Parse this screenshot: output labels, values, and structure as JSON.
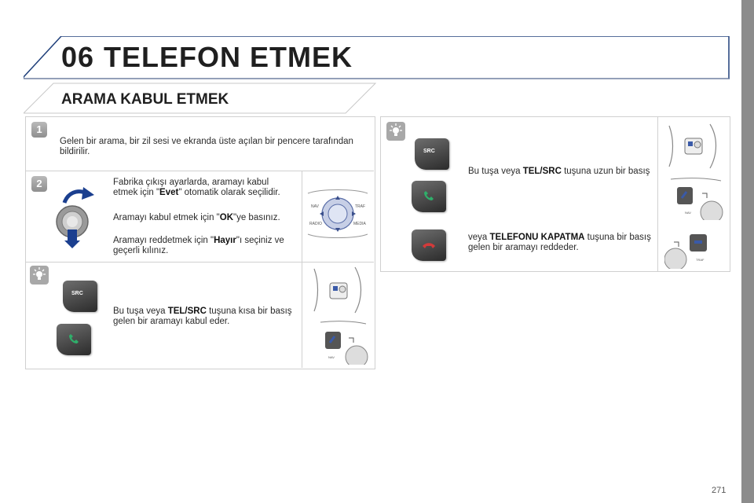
{
  "header": {
    "chapter_number": "06",
    "title": "TELEFON ETMEK"
  },
  "section": {
    "title": "ARAMA KABUL ETMEK"
  },
  "step1": {
    "badge": "1",
    "text": "Gelen bir arama, bir zil sesi ve ekranda üste açılan bir pencere tarafından bildirilir."
  },
  "step2": {
    "badge": "2",
    "p1_before": "Fabrika çıkışı ayarlarda, aramayı kabul etmek için \"",
    "p1_bold": "Evet",
    "p1_after": "\" otomatik olarak seçilidir.",
    "p2_before": "Aramayı kabul etmek için \"",
    "p2_bold": "OK",
    "p2_after": "\"ye basınız.",
    "p3_before": "Aramayı reddetmek için \"",
    "p3_bold": "Hayır",
    "p3_after": "\"ı seçiniz ve geçerli kılınız.",
    "knob_labels": [
      "NAV",
      "TRAF",
      "RADIO",
      "MEDIA"
    ]
  },
  "tip_left": {
    "before": "Bu tuşa veya ",
    "bold": "TEL/SRC",
    "after": " tuşuna kısa bir basış gelen bir aramayı kabul eder.",
    "src_label": "SRC",
    "nav_label": "NAV"
  },
  "tip_right": {
    "p1_before": "Bu tuşa veya ",
    "p1_bold": "TEL/SRC",
    "p1_after": " tuşuna uzun bir basış",
    "p2_before": "veya ",
    "p2_bold": "TELEFONU KAPATMA",
    "p2_after": " tuşuna bir basış gelen bir aramayı reddeder.",
    "src_label": "SRC",
    "nav_label": "NAV",
    "traf_label": "TRAF"
  },
  "page_number": "271",
  "colors": {
    "accent_blue": "#1f3f7a",
    "panel_border": "#d0d0d0",
    "arrow_blue": "#1b3f8f"
  },
  "icons": [
    "lightbulb-icon",
    "phone-answer-icon",
    "phone-hangup-icon",
    "rotary-knob-icon"
  ]
}
